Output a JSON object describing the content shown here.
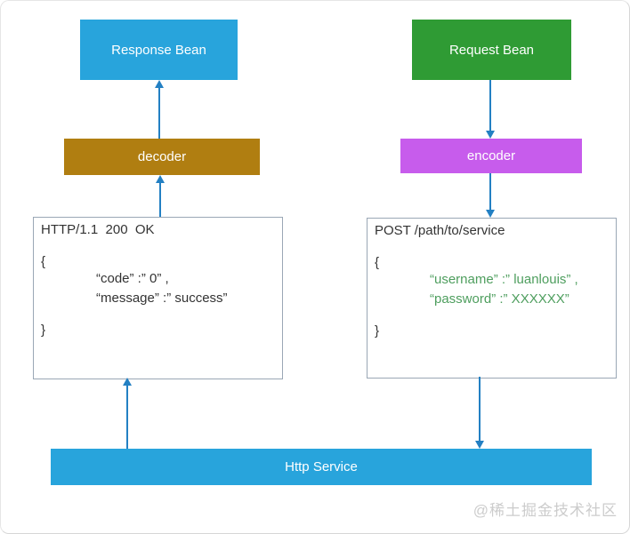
{
  "nodes": {
    "response_bean": "Response Bean",
    "request_bean": "Request Bean",
    "decoder": "decoder",
    "encoder": "encoder",
    "http_service": "Http Service"
  },
  "http_response": {
    "status_line": "HTTP/1.1  200  OK",
    "brace_open": "{",
    "body_lines": [
      "“code” :” 0” ,",
      "“message” :” success”"
    ],
    "brace_close": "}"
  },
  "http_request": {
    "request_line": "POST /path/to/service",
    "brace_open": "{",
    "body_lines": [
      "“username” :” luanlouis” ,",
      "“password” :” XXXXXX”"
    ],
    "brace_close": "}"
  },
  "watermark": "@稀土掘金技术社区",
  "colors": {
    "bean_blue": "#28a4dc",
    "bean_green": "#2f9b34",
    "decoder_gold": "#b07e11",
    "encoder_magenta": "#c75cec",
    "arrow_blue": "#2380c3",
    "request_json_green": "#4e9e5e",
    "text_dark": "#333333",
    "box_border": "#9aa7b5",
    "watermark_gray": "#cccccc"
  }
}
